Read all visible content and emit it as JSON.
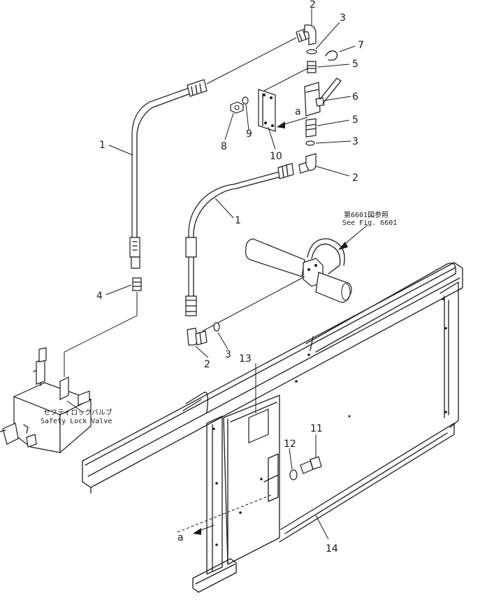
{
  "callouts": {
    "c2_top": "2",
    "c3_top": "3",
    "c7": "7",
    "c5_top": "5",
    "c6": "6",
    "c5_mid": "5",
    "c3_mid": "3",
    "c2_mid": "2",
    "c1_left": "1",
    "c1_mid": "1",
    "c8": "8",
    "c9": "9",
    "c10": "10",
    "c4": "4",
    "c3_low": "3",
    "c2_low": "2",
    "c13": "13",
    "c11": "11",
    "c12": "12",
    "c14": "14",
    "a_top": "a",
    "a_bottom": "a"
  },
  "notes": {
    "ref_jp": "第6601図参照",
    "ref_en": "See Fig. 6601",
    "valve_jp": "セフティロックバルブ",
    "valve_en": "Safety Lock Valve"
  }
}
